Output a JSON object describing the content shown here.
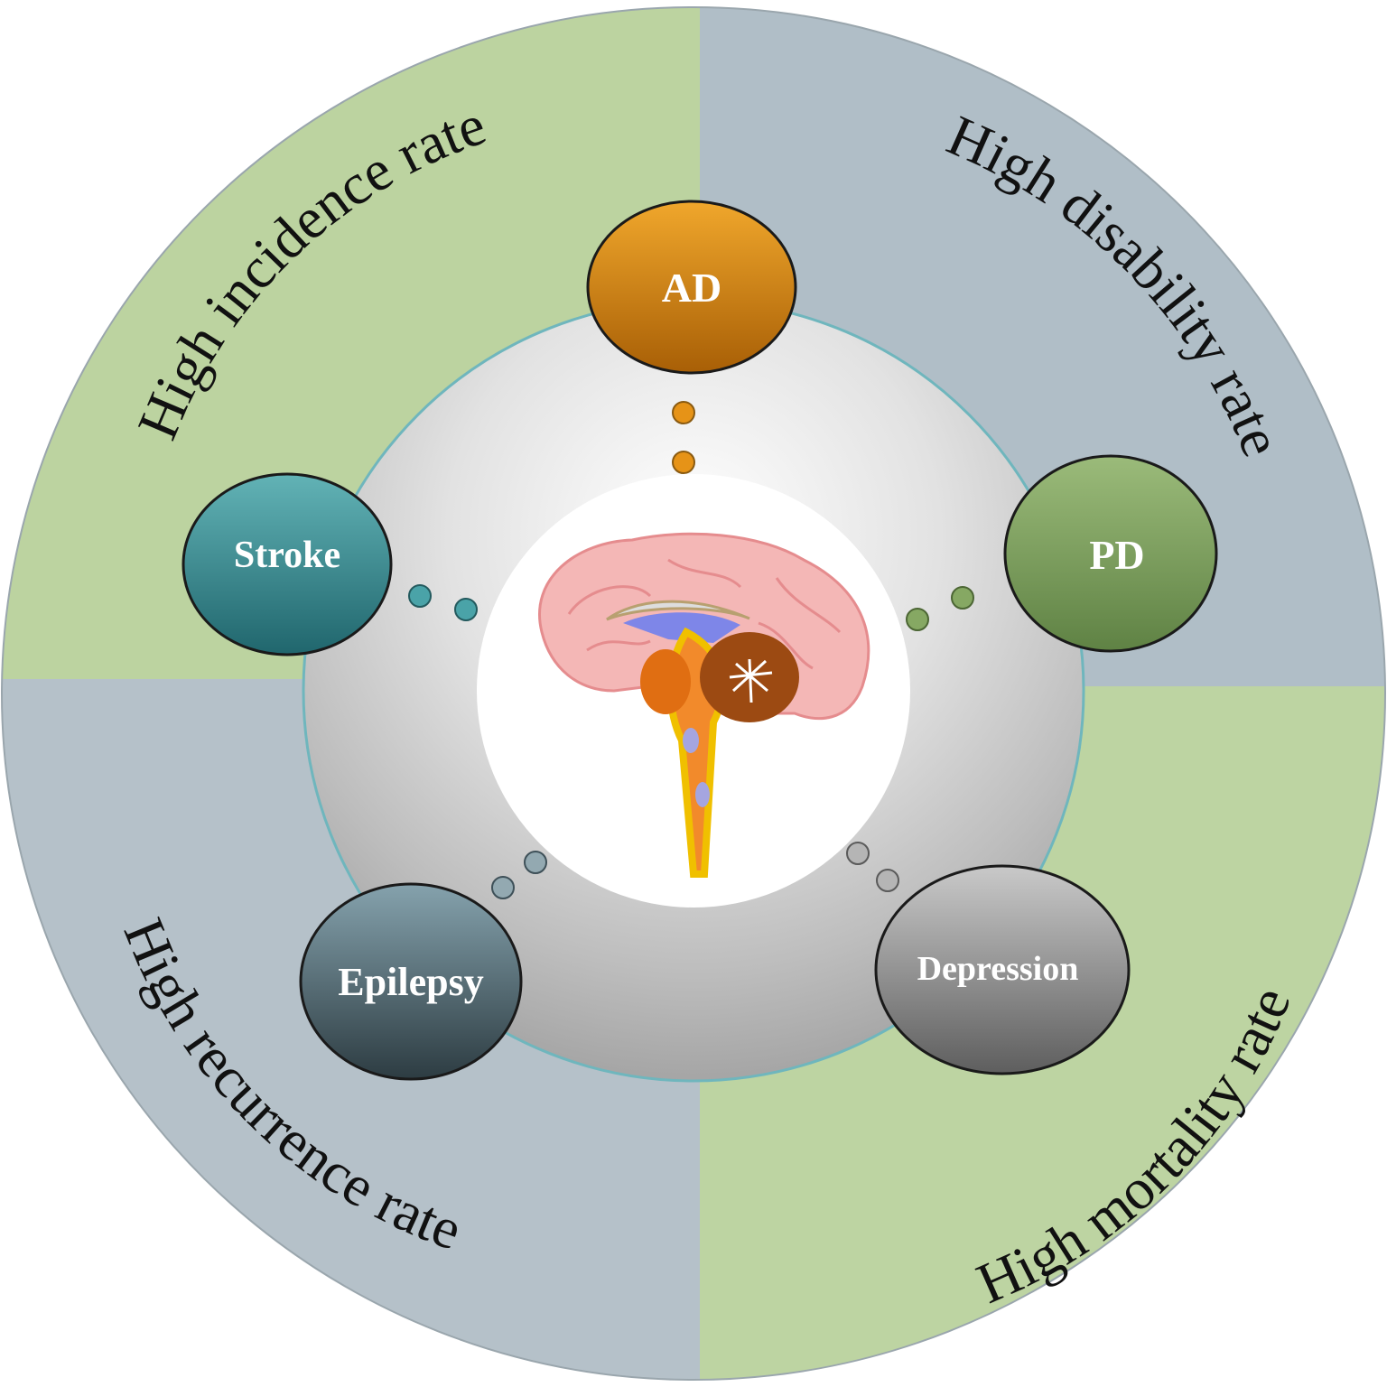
{
  "quadrants": [
    {
      "key": "incidence",
      "label": "High incidence rate",
      "color": "#bcd3a0"
    },
    {
      "key": "disability",
      "label": "High disability rate",
      "color": "#b0bec7"
    },
    {
      "key": "recurrence",
      "label": "High recurrence rate",
      "color": "#b5c1c9"
    },
    {
      "key": "mortality",
      "label": "High mortality rate",
      "color": "#bdd4a2"
    }
  ],
  "diseases": [
    {
      "key": "ad",
      "label": "AD",
      "color": "#d4860f"
    },
    {
      "key": "pd",
      "label": "PD",
      "color": "#7d9f5c"
    },
    {
      "key": "stroke",
      "label": "Stroke",
      "color": "#3f8f95"
    },
    {
      "key": "epilepsy",
      "label": "Epilepsy",
      "color": "#55707c"
    },
    {
      "key": "depression",
      "label": "Depression",
      "color": "#8f8f8f"
    }
  ],
  "icons": {
    "center": "brain-sagittal-icon"
  }
}
